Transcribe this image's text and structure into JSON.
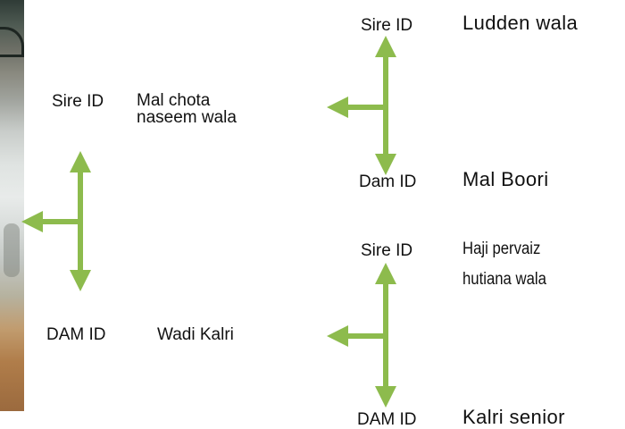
{
  "labels": {
    "sire_1": "Sire ID",
    "sire_1_name": "Ludden wala",
    "dam_1": "Dam ID",
    "dam_1_name": "Mal Boori",
    "sire_2": "Sire ID",
    "sire_2_name_line1": "Haji pervaiz",
    "sire_2_name_line2": "hutiana wala",
    "dam_2": "DAM ID",
    "dam_2_name": "Kalri senior",
    "parent_sire": "Sire ID",
    "parent_sire_name_line1": "Mal chota",
    "parent_sire_name_line2": "naseem wala",
    "parent_dam": "DAM ID",
    "parent_dam_name": "Wadi Kalri"
  },
  "colors": {
    "arrow": "#8dbb4d"
  }
}
